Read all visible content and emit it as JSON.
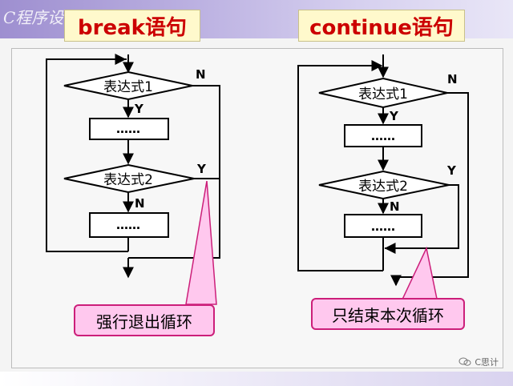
{
  "header": {
    "watermark": "C程序设"
  },
  "left": {
    "title": "break语句",
    "cond1": "表达式1",
    "cond2": "表达式2",
    "body1": "……",
    "body2": "……",
    "y1": "Y",
    "n1": "N",
    "y2": "Y",
    "n2": "N",
    "callout": "强行退出循环"
  },
  "right": {
    "title": "continue语句",
    "cond1": "表达式1",
    "cond2": "表达式2",
    "body1": "……",
    "body2": "……",
    "y1": "Y",
    "n1": "N",
    "y2": "Y",
    "n2": "N",
    "callout": "只结束本次循环"
  },
  "brand": {
    "text": "C思计"
  },
  "colors": {
    "title_text": "#cc0000",
    "title_bg": "#fff9cc",
    "callout_bg": "#ffc8ee",
    "callout_border": "#cc1f7a",
    "header_band": "#9e8fd0"
  }
}
